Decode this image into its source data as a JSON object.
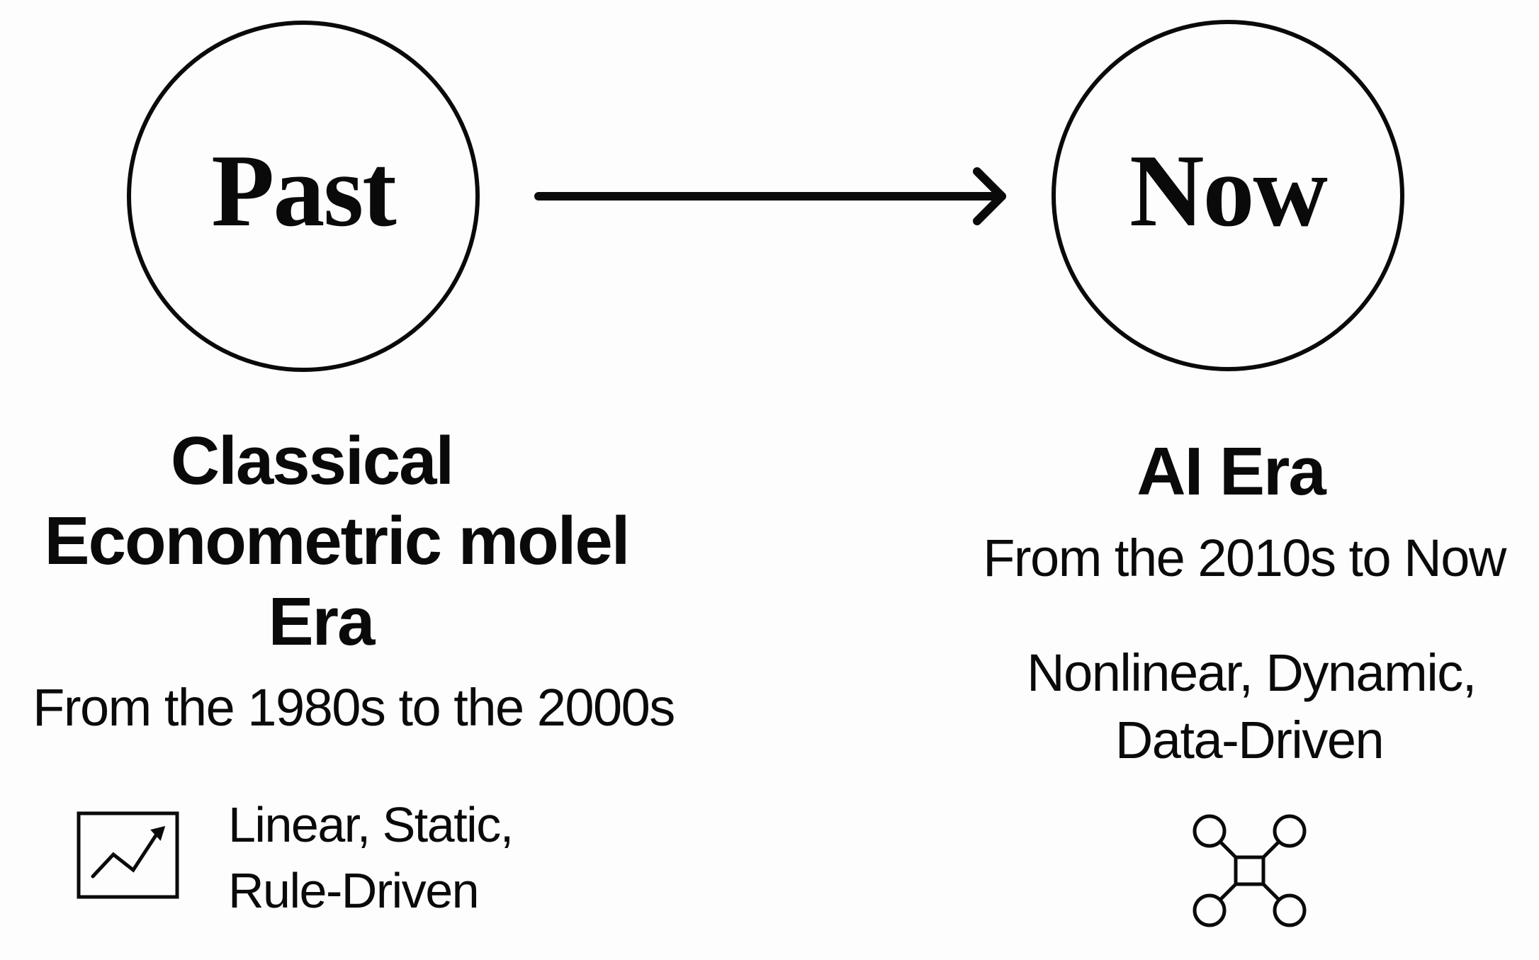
{
  "diagram": {
    "past": {
      "circle_label": "Past",
      "title_lines": [
        "Classical",
        "Econometric molel",
        "Era"
      ],
      "period": "From the 1980s to the 2000s",
      "traits": [
        "Linear, Static,",
        "Rule-Driven"
      ],
      "icon": "line-chart-icon"
    },
    "arrow": {
      "direction": "right",
      "from": "Past",
      "to": "Now"
    },
    "now": {
      "circle_label": "Now",
      "title_lines": [
        "AI Era"
      ],
      "period": "From the 2010s to Now",
      "traits": [
        "Nonlinear, Dynamic,",
        "Data-Driven"
      ],
      "icon": "network-icon"
    },
    "colors": {
      "background": "#fdfdfd",
      "ink": "#0a0a0a"
    }
  }
}
